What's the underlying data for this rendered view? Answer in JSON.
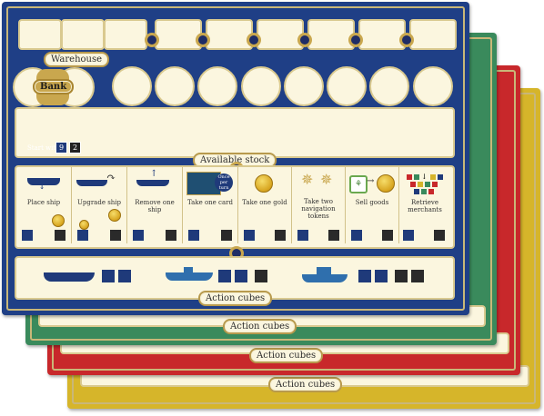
{
  "boards": {
    "player_board": {
      "warehouse_label": "Warehouse",
      "bank_label": "Bank",
      "start_with_label": "Start with:",
      "start_value_1": "9",
      "start_value_2": "2",
      "available_stock_label": "Available stock",
      "action_cubes_label": "Action cubes",
      "actions": [
        {
          "label": "Place ship"
        },
        {
          "label": "Upgrade ship"
        },
        {
          "label": "Remove one ship"
        },
        {
          "label": "Take one card",
          "badge": "Once per turn"
        },
        {
          "label": "Take one gold"
        },
        {
          "label": "Take two navigation tokens"
        },
        {
          "label": "Sell goods"
        },
        {
          "label": "Retrieve merchants"
        }
      ]
    },
    "stacked_labels": [
      "Action cubes",
      "Action cubes",
      "Action cubes"
    ]
  },
  "colors": {
    "blue": "#1f3f86",
    "green": "#3a8a5c",
    "red": "#c8282b",
    "yellow": "#d6b52a",
    "cream": "#fbf6df",
    "gold": "#c9a74e",
    "cube_navy": "#1f3a7a",
    "cube_black": "#2a2a2a"
  }
}
